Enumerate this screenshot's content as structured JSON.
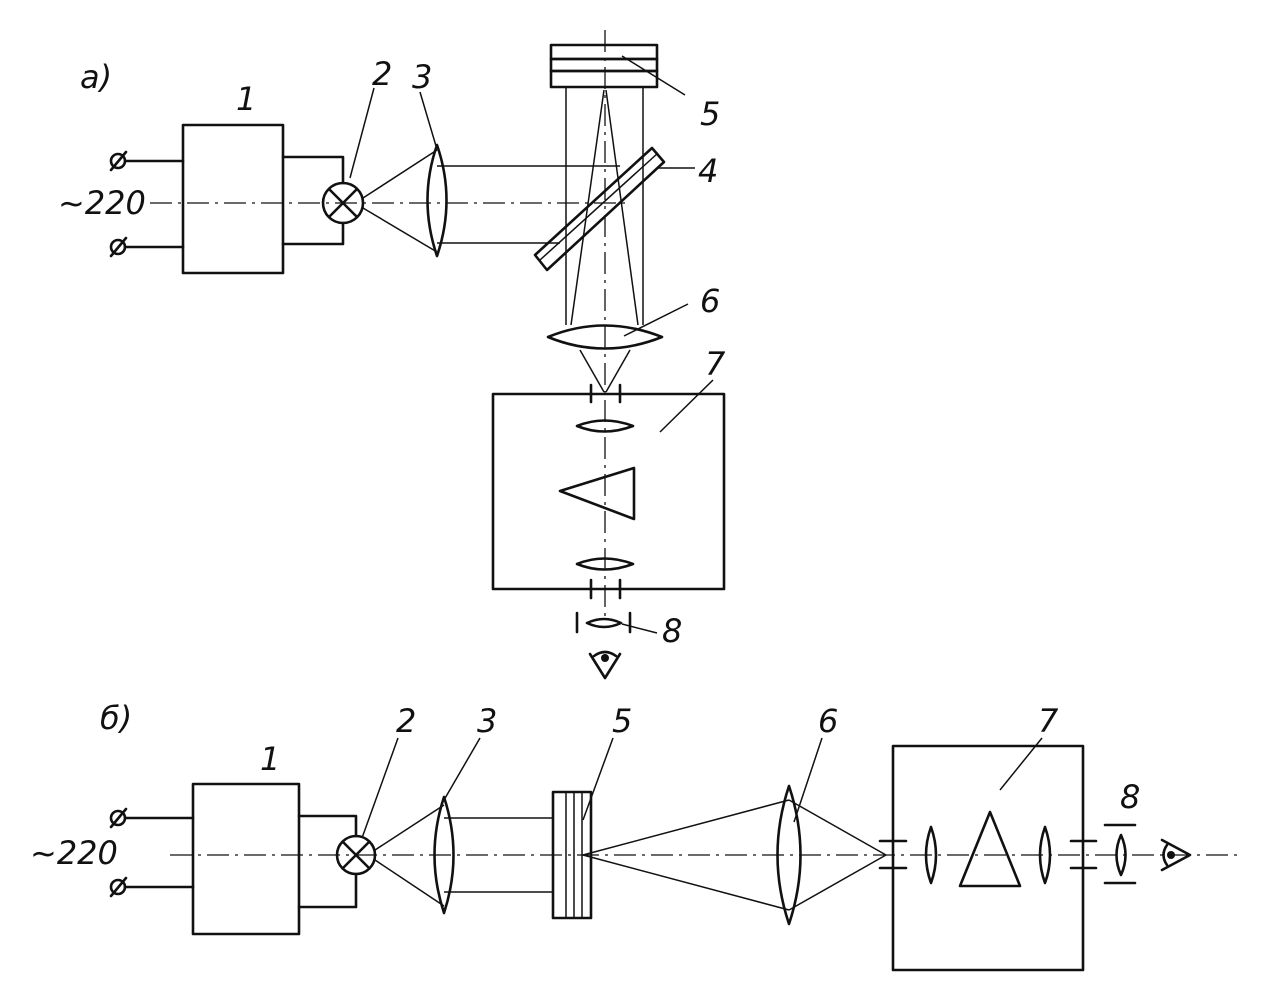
{
  "diagram_a": {
    "panel_label": "а)",
    "voltage_label": "~220",
    "labels": {
      "c1": "1",
      "c2": "2",
      "c3": "3",
      "c4": "4",
      "c5": "5",
      "c6": "6",
      "c7": "7",
      "c8": "8"
    }
  },
  "diagram_b": {
    "panel_label": "б)",
    "voltage_label": "~220",
    "labels": {
      "c1": "1",
      "c2": "2",
      "c3": "3",
      "c5": "5",
      "c6": "6",
      "c7": "7",
      "c8": "8"
    }
  }
}
